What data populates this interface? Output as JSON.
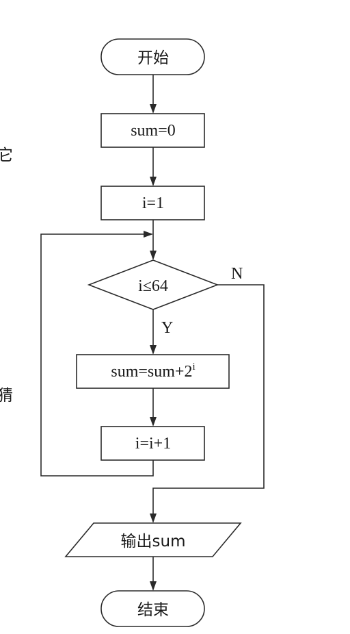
{
  "flowchart": {
    "start_label": "开始",
    "init_sum_label": "sum=0",
    "init_i_label": "i=1",
    "condition_label": "i≤64",
    "yes_label": "Y",
    "no_label": "N",
    "update_sum_base": "sum=sum+2",
    "update_sum_exponent": "i",
    "increment_label": "i=i+1",
    "output_label": "输出sum",
    "end_label": "结束"
  },
  "margin_text": {
    "top_char": "它",
    "bottom_char": "猜"
  }
}
